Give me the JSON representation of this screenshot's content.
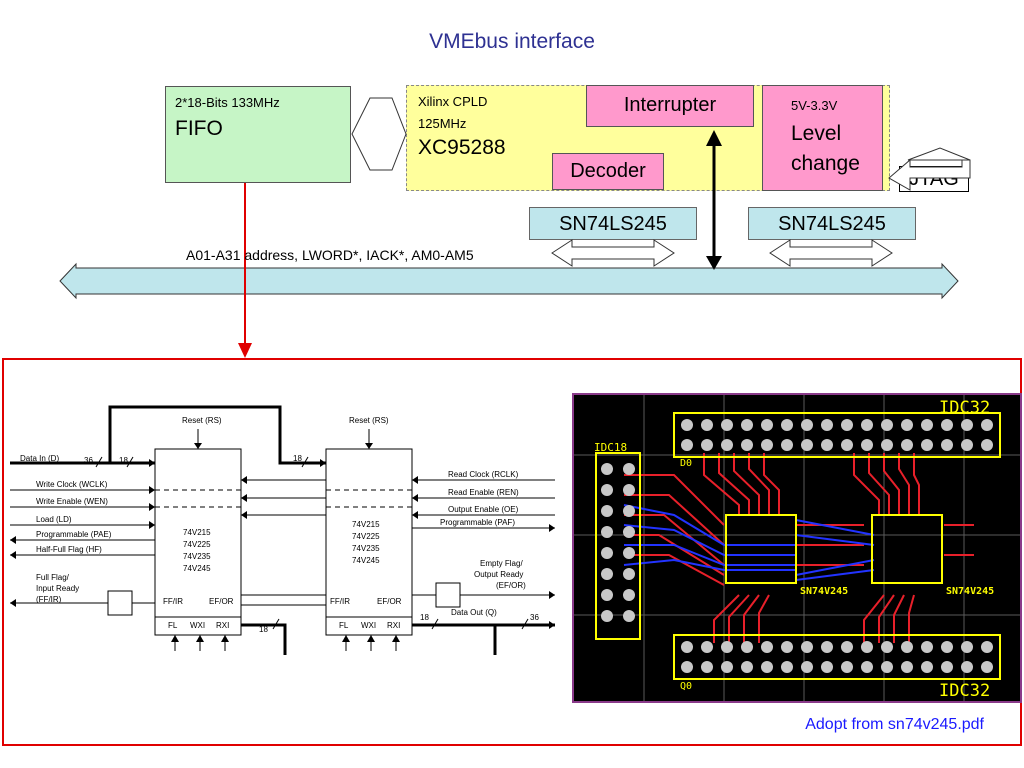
{
  "title": "VMEbus interface",
  "fifo": {
    "line1": "2*18-Bits 133MHz",
    "line2": "FIFO"
  },
  "cpld": {
    "line1": "Xilinx  CPLD",
    "line2": "125MHz",
    "line3": "XC95288"
  },
  "interrupter": "Interrupter",
  "decoder": "Decoder",
  "level": {
    "line1": "5V-3.3V",
    "line2": "Level",
    "line3": "change"
  },
  "jtag": "JTAG",
  "buffers": [
    "SN74LS245",
    "SN74LS245"
  ],
  "bus_label": "A01-A31 address, LWORD*, IACK*, AM0-AM5",
  "fifo_diagram": {
    "left_signals": [
      "Data In (D)",
      "Write Clock (WCLK)",
      "Write Enable (WEN)",
      "Load (LD)",
      "Programmable (PAE)",
      "Half-Full Flag (HF)"
    ],
    "left_flag": [
      "Full Flag/",
      "Input Ready",
      "(FF/IR)"
    ],
    "right_signals": [
      "Read Clock (RCLK)",
      "Read Enable (REN)",
      "Output Enable (OE)",
      "Programmable (PAF)"
    ],
    "right_flag": [
      "Empty Flag/",
      "Output Ready",
      "(EF/OR)"
    ],
    "data_out": "Data Out (Q)",
    "reset": "Reset (RS)",
    "chip_parts": [
      "74V215",
      "74V225",
      "74V235",
      "74V245"
    ],
    "pins_top": [
      "FF/IR",
      "EF/OR"
    ],
    "pins_bottom": [
      "FL",
      "WXI",
      "RXI"
    ],
    "bus_widths": [
      "36",
      "18",
      "18",
      "18",
      "18",
      "36"
    ]
  },
  "pcb": {
    "top_conn": "IDC32",
    "bottom_conn": "IDC32",
    "side_conn": "IDC18",
    "top_pin": "D0",
    "bottom_pin": "Q0",
    "chip_labels": [
      "SN74V245",
      "SN74V245"
    ]
  },
  "footer": "Adopt from sn74v245.pdf",
  "colors": {
    "title": "#2e3192",
    "frame": "#e00000",
    "fifo_bg": "#c6f5c6",
    "cpld_bg": "#ffff9c",
    "pink": "#ff99cc",
    "bus": "#bfe6ec",
    "footer": "#1a1aff"
  }
}
